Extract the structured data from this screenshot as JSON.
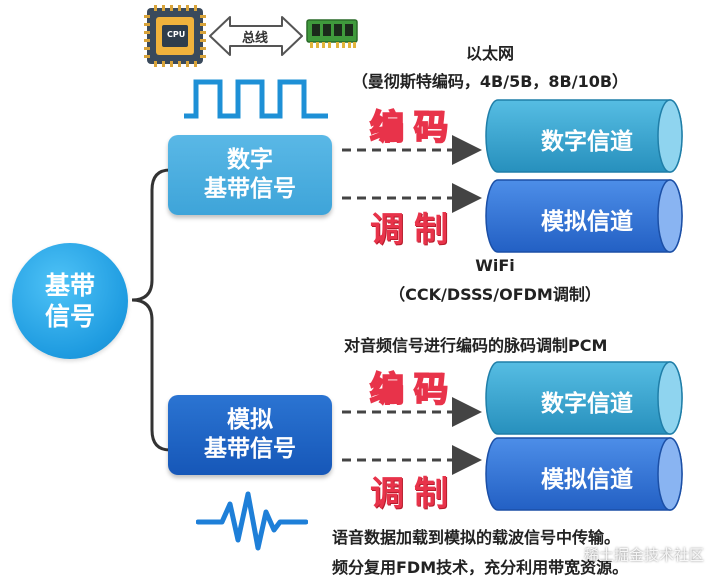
{
  "top": {
    "cpu_label": "CPU",
    "bus_label": "总线"
  },
  "root": {
    "label_line1": "基带",
    "label_line2": "信号"
  },
  "digital": {
    "label_line1": "数字",
    "label_line2": "基带信号"
  },
  "analog": {
    "label_line1": "模拟",
    "label_line2": "基带信号"
  },
  "actions": {
    "encode": "编码",
    "modulate": "调制"
  },
  "channels": {
    "digital": "数字信道",
    "analog": "模拟信道"
  },
  "notes": {
    "ethernet_line1": "以太网",
    "ethernet_line2": "（曼彻斯特编码，4B/5B，8B/10B）",
    "wifi_line1": "WiFi",
    "wifi_line2": "（CCK/DSSS/OFDM调制）",
    "pcm": "对音频信号进行编码的脉码调制PCM",
    "carrier_line1": "语音数据加载到模拟的载波信号中传输。",
    "carrier_line2": "频分复用FDM技术，充分利用带宽资源。"
  },
  "watermark": "稀土掘金技术社区",
  "colors": {
    "digital_box": "#3ea4d9",
    "analog_box": "#1657b8",
    "root_circle": "#1e9be0",
    "digital_channel": "#35a0c8",
    "analog_channel": "#2f6fd0",
    "action_red": "#e8334a"
  }
}
